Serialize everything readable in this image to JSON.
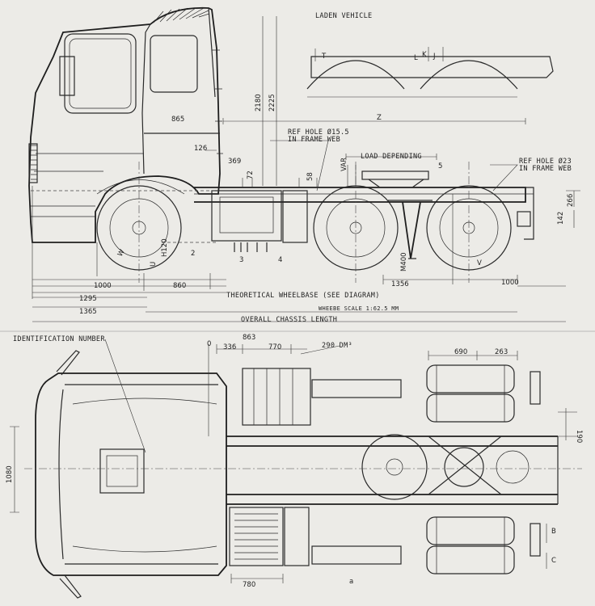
{
  "side_view": {
    "laden_vehicle": "LADEN VEHICLE",
    "dims": {
      "d865": "865",
      "d126": "126",
      "d369": "369",
      "d72": "72",
      "d58": "58",
      "d2180": "2180",
      "d2225": "2225",
      "z": "Z",
      "var": "VAR",
      "d5": "5",
      "d266": "266",
      "d142": "142",
      "d1000_left": "1000",
      "d860": "860",
      "d1295": "1295",
      "d1365": "1365",
      "d1356": "1356",
      "d1000_right": "1000",
      "h120": "H120",
      "u": "U",
      "w": "W",
      "d2": "2",
      "d3": "3",
      "d4": "4",
      "m400": "M400",
      "v": "V",
      "t": "T",
      "l": "L",
      "k": "K",
      "j": "J"
    },
    "ref_hole_frame": [
      "REF HOLE Ø15.5",
      "IN FRAME WEB"
    ],
    "ref_hole_rear": [
      "REF HOLE Ø23",
      "IN FRAME WEB"
    ],
    "load_depending": "LOAD DEPENDING",
    "theoretical_wheelbase": "THEORETICAL WHEELBASE (SEE DIAGRAM)",
    "scale_note": "WHEEBE SCALE 1:62.5 MM",
    "overall_length": "OVERALL CHASSIS LENGTH"
  },
  "top_view": {
    "identification_number": "IDENTIFICATION NUMBER",
    "dims": {
      "d0": "0",
      "d863": "863",
      "d336": "336",
      "d770": "770",
      "d690": "690",
      "d263": "263",
      "d1080": "1080",
      "d190": "190",
      "d780": "780",
      "b": "B",
      "c": "C",
      "a": "a"
    },
    "tank_volume": "290 DM³"
  }
}
